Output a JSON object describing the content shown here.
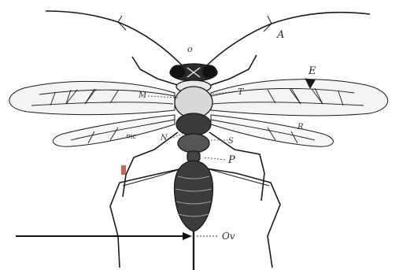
{
  "diagram": {
    "labels": {
      "antenna": "A",
      "ocellus": "o",
      "forewing": "E",
      "tegula": "T",
      "mesonotum": "M",
      "radial": "R",
      "medial": "mc",
      "node": "N",
      "scutellum": "S",
      "petiole": "P",
      "ovipositor": "Ov"
    },
    "colors": {
      "ink": "#1a1a1a",
      "body_fill": "#2b2b2b",
      "wing_fill": "#f4f4f4",
      "accent_mark": "#c0392b"
    }
  }
}
